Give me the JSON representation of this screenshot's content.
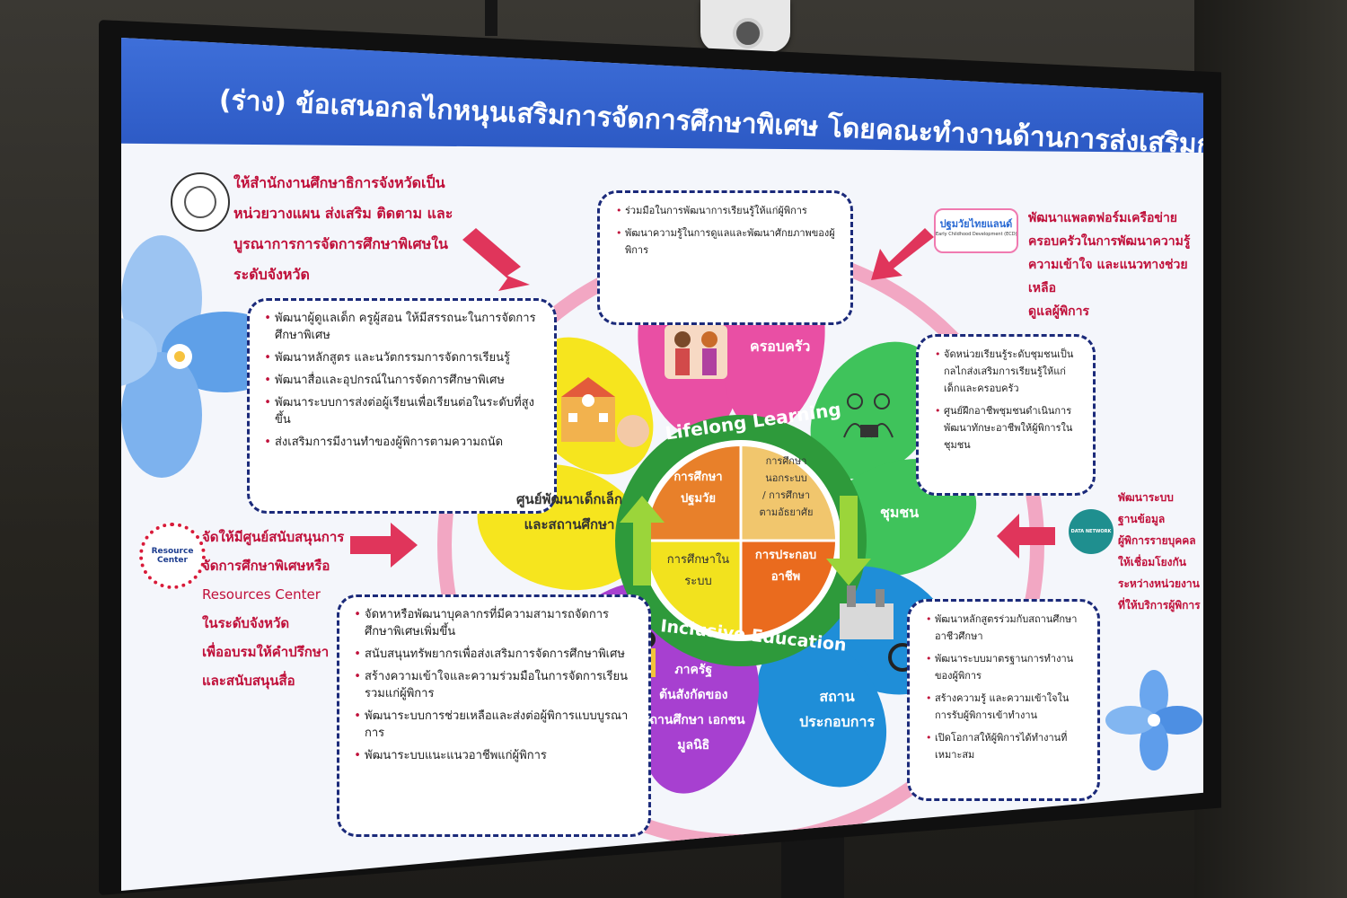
{
  "title": "(ร่าง) ข้อเสนอกลไกหนุนเสริมการจัดการศึกษาพิเศษ โดยคณะทำงานด้านการส่งเสริมการศึกษาพิเศษ",
  "top_left_note": [
    "ให้สำนักงานศึกษาธิการจังหวัดเป็น",
    "หน่วยวางแผน ส่งเสริม ติดตาม และ",
    "บูรณาการการจัดการศึกษาพิเศษใน",
    "ระดับจังหวัด"
  ],
  "top_right_note": [
    "พัฒนาแพลตฟอร์มเครือข่าย",
    "ครอบครัวในการพัฒนาความรู้",
    "ความเข้าใจ และแนวทางช่วยเหลือ",
    "ดูแลผู้พิการ"
  ],
  "right_note": [
    "พัฒนาระบบ",
    "ฐานข้อมูล",
    "ผู้พิการรายบุคคล",
    "ให้เชื่อมโยงกัน",
    "ระหว่างหน่วยงาน",
    "ที่ให้บริการผู้พิการ"
  ],
  "left_note": [
    "จัดให้มีศูนย์สนับสนุนการ",
    "จัดการศึกษาพิเศษหรือ",
    "Resources Center",
    "ในระดับจังหวัด",
    "เพื่ออบรมให้คำปรึกษา",
    "และสนับสนุนสื่อ"
  ],
  "logos": {
    "resource_center": [
      "Resource",
      "Center"
    ],
    "platform": "ปฐมวัยไทยแลนด์",
    "platform_sub": "Early Childhood Development (ECD) Thailand",
    "database": "DATA NETWORK"
  },
  "box_family": [
    "ร่วมมือในการพัฒนาการเรียนรู้ให้แก่ผู้พิการ",
    "พัฒนาความรู้ในการดูแลและพัฒนาศักยภาพของผู้พิการ"
  ],
  "box_school": [
    "พัฒนาผู้ดูแลเด็ก ครูผู้สอน ให้มีสรรถนะในการจัดการศึกษาพิเศษ",
    "พัฒนาหลักสูตร และนวัตกรรมการจัดการเรียนรู้",
    "พัฒนาสื่อและอุปกรณ์ในการจัดการศึกษาพิเศษ",
    "พัฒนาระบบการส่งต่อผู้เรียนเพื่อเรียนต่อในระดับที่สูงขึ้น",
    "ส่งเสริมการมีงานทำของผู้พิการตามความถนัด"
  ],
  "box_community": [
    "จัดหน่วยเรียนรู้ระดับชุมชนเป็นกลไกส่งเสริมการเรียนรู้ให้แก่เด็กและครอบครัว",
    "ศูนย์ฝึกอาชีพชุมชนดำเนินการพัฒนาทักษะอาชีพให้ผู้พิการในชุมชน"
  ],
  "box_government": [
    "จัดหาหรือพัฒนาบุคลากรที่มีความสามารถจัดการศึกษาพิเศษเพิ่มขึ้น",
    "สนับสนุนทรัพยากรเพื่อส่งเสริมการจัดการศึกษาพิเศษ",
    "สร้างความเข้าใจและความร่วมมือในการจัดการเรียนรวมแก่ผู้พิการ",
    "พัฒนาระบบการช่วยเหลือและส่งต่อผู้พิการแบบบูรณาการ",
    "พัฒนาระบบแนะแนวอาชีพแก่ผู้พิการ"
  ],
  "box_business": [
    "พัฒนาหลักสูตรร่วมกับสถานศึกษาอาชีวศึกษา",
    "พัฒนาระบบมาตรฐานการทำงานของผู้พิการ",
    "สร้างความรู้ และความเข้าใจในการรับผู้พิการเข้าทำงาน",
    "เปิดโอกาสให้ผู้พิการได้ทำงานที่เหมาะสม"
  ],
  "petals": {
    "family": "ครอบครัว",
    "community": "ชุมชน",
    "business": [
      "สถาน",
      "ประกอบการ"
    ],
    "government": [
      "ภาครัฐ",
      "ต้นสังกัดของ",
      "สถานศึกษา เอกชน",
      "มูลนิธิ"
    ],
    "school": [
      "ศูนย์พัฒนาเด็กเล็ก",
      "และสถานศึกษา"
    ]
  },
  "center": {
    "ring_top": "Lifelong Learning",
    "ring_bottom": "Inclusive Education",
    "q1": [
      "การศึกษา",
      "ปฐมวัย"
    ],
    "q2": [
      "การศึกษา",
      "นอกระบบ",
      "/ การศึกษา",
      "ตามอัธยาศัย"
    ],
    "q3": [
      "การศึกษาใน",
      "ระบบ"
    ],
    "q4": [
      "การประกอบ",
      "อาชีพ"
    ]
  }
}
